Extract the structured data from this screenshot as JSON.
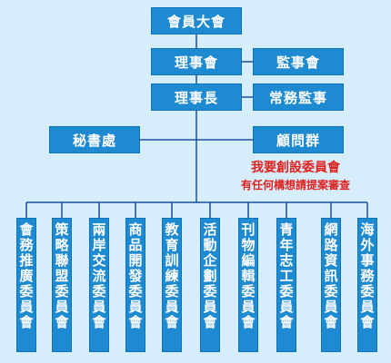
{
  "colors": {
    "box": "#1e8ad1",
    "line": "#1a4fa0",
    "note": "#e0201d",
    "background": "#d6eefc"
  },
  "nodes": {
    "general_assembly": "會員大會",
    "board_directors": "理事會",
    "board_supervisors": "監事會",
    "chairman": "理事長",
    "standing_supervisor": "常務監事",
    "secretariat": "秘書處",
    "advisory_group": "顧問群"
  },
  "note": {
    "line1": "我要創設委員會",
    "line2": "有任何構想請提案審查"
  },
  "committees": [
    "會務推廣委員會",
    "策略聯盟委員會",
    "兩岸交流委員會",
    "商品開發委員會",
    "教育訓練委員會",
    "活動企劃委員會",
    "刊物編輯委員會",
    "青年志工委員會",
    "網路資訊委員會",
    "海外事務委員會"
  ]
}
